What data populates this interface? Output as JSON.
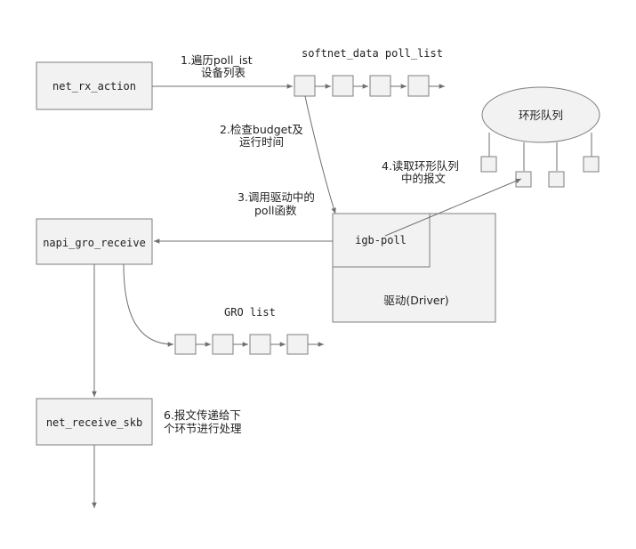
{
  "nodes": {
    "net_rx_action": "net_rx_action",
    "napi_gro_receive": "napi_gro_receive",
    "net_receive_skb": "net_receive_skb",
    "igb_poll": "igb-poll",
    "driver": "驱动(Driver)",
    "ring_queue": "环形队列"
  },
  "labels": {
    "softnet_data_poll_list": "softnet_data poll_list",
    "gro_list": "GRO list"
  },
  "steps": {
    "step1_line1": "1.遍历poll_ist",
    "step1_line2": "设备列表",
    "step2_line1": "2.检查budget及",
    "step2_line2": "运行时间",
    "step3_line1": "3.调用驱动中的",
    "step3_line2": "poll函数",
    "step4_line1": "4.读取环形队列",
    "step4_line2": "中的报文",
    "step6_line1": "6.报文传递给下",
    "step6_line2": "个环节进行处理"
  },
  "colors": {
    "box_fill": "#f2f2f2",
    "box_stroke": "#7f7f7f",
    "line": "#6f6f6f",
    "text": "#222222"
  }
}
